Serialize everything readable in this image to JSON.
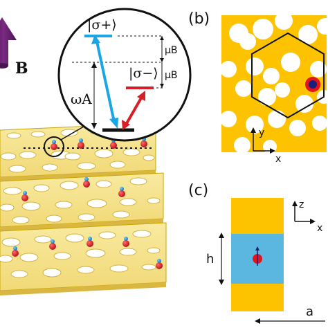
{
  "panels": {
    "a": {
      "field_label": "B",
      "levels": {
        "sigma_plus": "|σ+⟩",
        "sigma_minus": "|σ−⟩",
        "omega": "ωA",
        "zeeman_upper": "μB",
        "zeeman_lower": "μB"
      }
    },
    "b": {
      "tag": "(b)",
      "axis_y": "y",
      "axis_x": "x"
    },
    "c": {
      "tag": "(c)",
      "axis_z": "z",
      "axis_x": "x",
      "height_label": "h",
      "period_label": "a"
    }
  },
  "colors": {
    "slab": "#fdc300",
    "slab_light": "#f6e79a",
    "slab_edge": "#c8a600",
    "dielectric": "#5bb6e0",
    "emitter": "#e5141b",
    "sigma_plus": "#1aa6e6",
    "sigma_minus": "#d81e26",
    "field_arrow": "#6b1b6e"
  }
}
